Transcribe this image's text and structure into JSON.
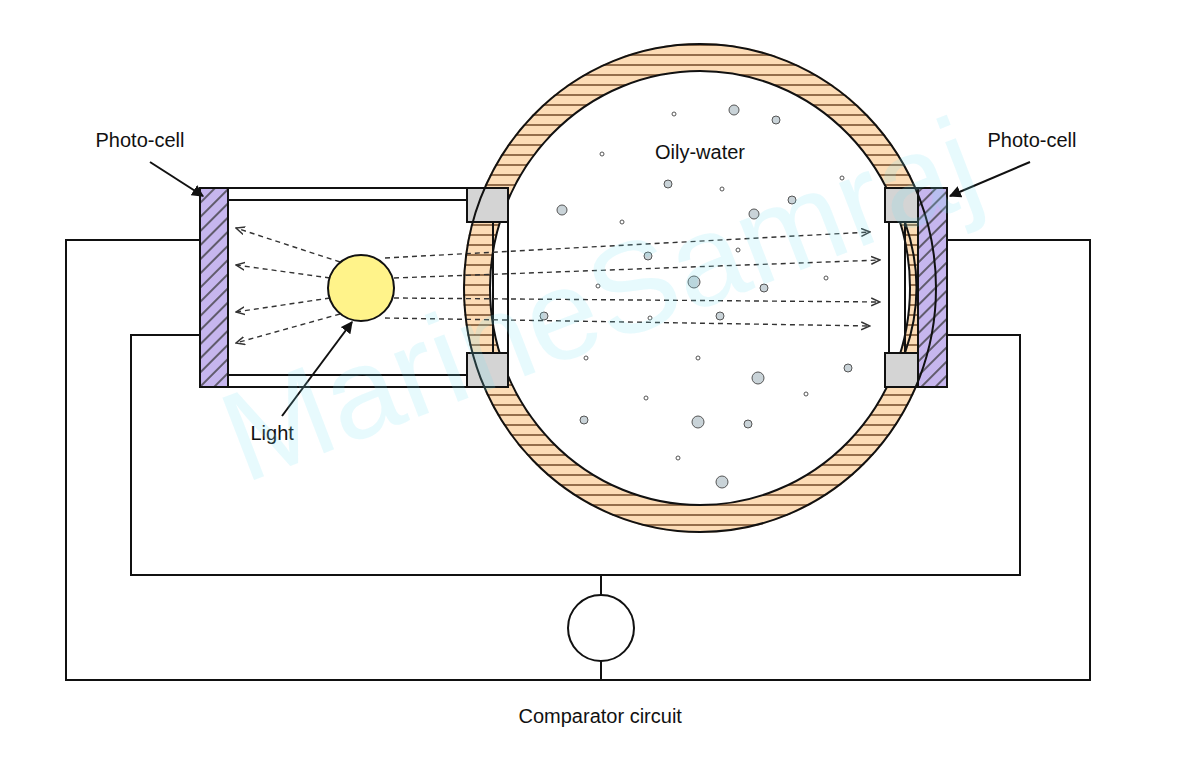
{
  "diagram": {
    "nodes": [
      {
        "text": [
          "Oily-water"
        ]
      }
    ],
    "labels": [
      "Photo-cell",
      "Photo-cell",
      "Light",
      "Comparator circuit",
      "MarineSamraj"
    ]
  }
}
